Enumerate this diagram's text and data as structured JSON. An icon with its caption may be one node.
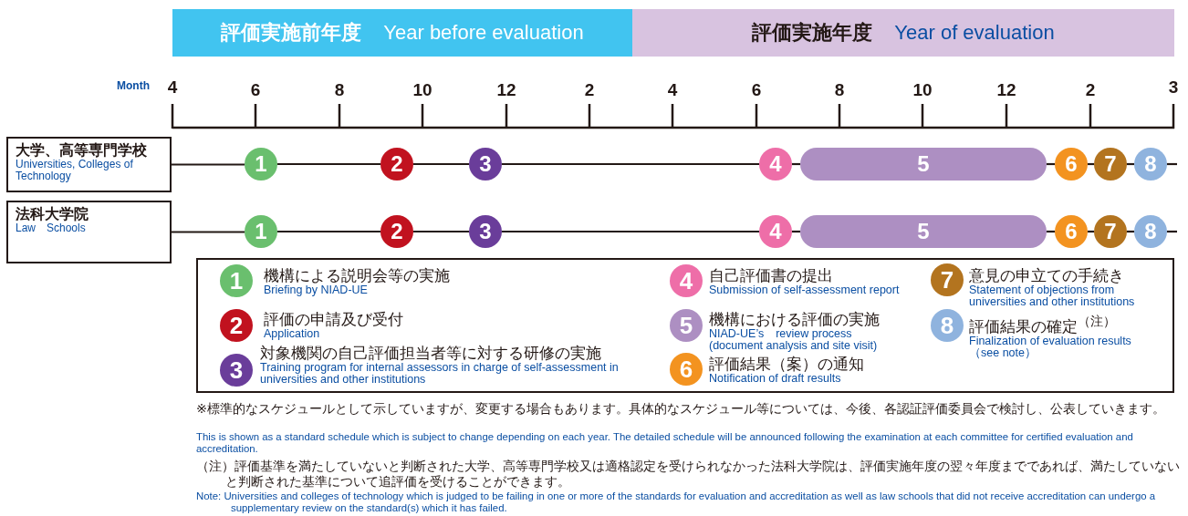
{
  "diagram": {
    "nodes": [
      {
        "text": [
          "評価実施前年度",
          "Year before evaluation"
        ]
      },
      {
        "text": [
          "評価実施年度",
          "Year of evaluation"
        ]
      },
      {
        "text": [
          "大学、高等専門学校",
          "Universities, Colleges of Technology"
        ]
      },
      {
        "text": [
          "法科大学院",
          "Law　Schools"
        ]
      },
      {
        "text": [
          "1"
        ]
      },
      {
        "text": [
          "2"
        ]
      },
      {
        "text": [
          "3"
        ]
      },
      {
        "text": [
          "4"
        ]
      },
      {
        "text": [
          "5"
        ]
      },
      {
        "text": [
          "6"
        ]
      },
      {
        "text": [
          "7"
        ]
      },
      {
        "text": [
          "8"
        ]
      },
      {
        "text": [
          "1"
        ]
      },
      {
        "text": [
          "2"
        ]
      },
      {
        "text": [
          "3"
        ]
      },
      {
        "text": [
          "4"
        ]
      },
      {
        "text": [
          "5"
        ]
      },
      {
        "text": [
          "6"
        ]
      },
      {
        "text": [
          "7"
        ]
      },
      {
        "text": [
          "8"
        ]
      },
      {
        "text": [],
        "shape": "box"
      },
      {
        "text": [
          "1"
        ],
        "beside": [
          "機構による説明会等の実施",
          "Briefing by NIAD-UE"
        ],
        "in": 20
      },
      {
        "text": [
          "2"
        ],
        "beside": [
          "評価の申請及び受付",
          "Application"
        ],
        "in": 20
      },
      {
        "text": [
          "3"
        ],
        "beside": [
          "対象機関の自己評価担当者等に対する研修の実施",
          "Training program for internal assessors in charge of self-assessment in universities and other institutions"
        ],
        "in": 20
      },
      {
        "text": [
          "4"
        ],
        "beside": [
          "自己評価書の提出",
          "Submission of self-assessment report"
        ],
        "in": 20
      },
      {
        "text": [
          "5"
        ],
        "beside": [
          "機構における評価の実施",
          "NIAD-UE’s　review process (document analysis and site visit)"
        ],
        "in": 20
      },
      {
        "text": [
          "6"
        ],
        "beside": [
          "評価結果（案）の通知",
          "Notification of draft results"
        ],
        "in": 20
      },
      {
        "text": [
          "7"
        ],
        "beside": [
          "意見の申立ての手続き",
          "Statement of objections from universities and other institutions"
        ],
        "in": 20
      },
      {
        "text": [
          "8"
        ],
        "beside": [
          "評価結果の確定$^{（注）}$",
          "Finalization of evaluation results （see note）"
        ],
        "in": 20
      }
    ],
    "edges": [
      {
        "from": 2,
        "to": 4,
        "arrow": "none"
      },
      {
        "from": 4,
        "to": 5,
        "arrow": "none"
      },
      {
        "from": 5,
        "to": 6,
        "arrow": "none"
      },
      {
        "from": 6,
        "to": 7,
        "arrow": "none"
      },
      {
        "from": 7,
        "to": 8,
        "arrow": "none"
      },
      {
        "from": 8,
        "to": 9,
        "arrow": "none"
      },
      {
        "from": 9,
        "to": 10,
        "arrow": "none"
      },
      {
        "from": 10,
        "to": 11,
        "arrow": "none"
      },
      {
        "from": 11,
        "to": null,
        "arrow": "none"
      },
      {
        "from": 3,
        "to": 12,
        "arrow": "none"
      },
      {
        "from": 12,
        "to": 13,
        "arrow": "none"
      },
      {
        "from": 13,
        "to": 14,
        "arrow": "none"
      },
      {
        "from": 14,
        "to": 15,
        "arrow": "none"
      },
      {
        "from": 15,
        "to": 16,
        "arrow": "none"
      },
      {
        "from": 16,
        "to": 17,
        "arrow": "none"
      },
      {
        "from": 17,
        "to": 18,
        "arrow": "none"
      },
      {
        "from": 18,
        "to": 19,
        "arrow": "none"
      },
      {
        "from": 19,
        "to": null,
        "arrow": "none"
      }
    ],
    "labels": [
      "Month",
      "4",
      "6",
      "8",
      "10",
      "12",
      "2",
      "4",
      "6",
      "8",
      "10",
      "12",
      "2",
      "3",
      "※標準的なスケジュールとして示していますが、変更する場合もあります。具体的なスケジュール等については、今後、各認証評価委員会で検討し、公表していきます。",
      "This is shown as a standard schedule which is subject to change depending on each year. The detailed schedule will be announced following the examination at each committee for certified evaluation and accreditation.",
      "（注）評価基準を満たしていないと判断された大学、高等専門学校又は適格認定を受けられなかった法科大学院は、評価実施年度の翌々年度までであれば、満たしていないと判断された基準について追評価を受けることができます。",
      "Note: Universities and colleges of technology which is judged to be failing in one or more of the standards for evaluation and accreditation as well as law schools that did not receive accreditation can undergo a supplementary review on the standard(s) which it has failed."
    ]
  }
}
